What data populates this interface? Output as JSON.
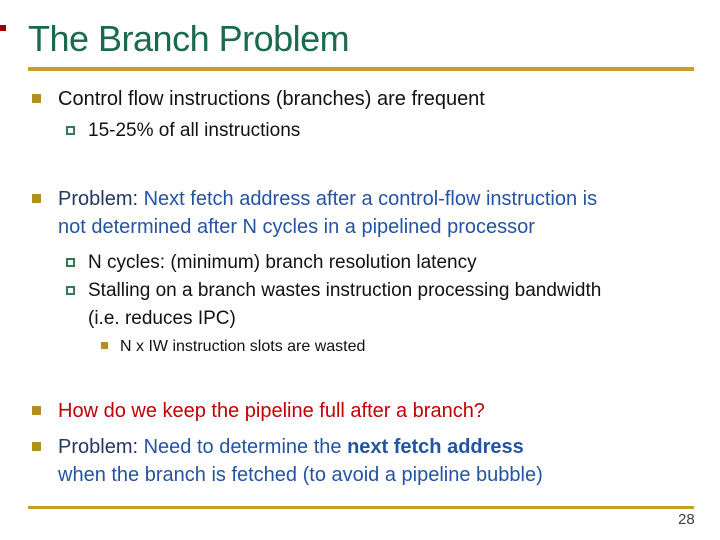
{
  "slide": {
    "title": "The Branch Problem",
    "page_number": "28",
    "content": {
      "b1": {
        "text": "Control flow instructions (branches) are frequent"
      },
      "b1a": {
        "text": "15-25% of all instructions"
      },
      "b2": {
        "lead": "Problem: ",
        "rest": "Next fetch address after a control-flow instruction is not determined after N cycles in a pipelined processor"
      },
      "b2a": {
        "text": "N cycles: (minimum) branch resolution latency"
      },
      "b2b": {
        "text": "Stalling on a branch wastes instruction processing bandwidth (i.e. reduces IPC)"
      },
      "b2b1": {
        "text": "N x IW instruction slots are wasted"
      },
      "b3": {
        "text": "How do we keep the pipeline full after a branch?"
      },
      "b4": {
        "lead": "Problem: ",
        "part1": "Need to determine the ",
        "emphasis": "next fetch address",
        "part2": " when the branch is fetched (to avoid a pipeline bubble)"
      }
    },
    "colors": {
      "title_green": "#1B6A4D",
      "rule_gold": "#C3A02B",
      "bullet_gold": "#B3901E",
      "sub_bullet_green": "#2E7D52",
      "body_black": "#111111",
      "lead_navy": "#1F3864",
      "body_blue": "#2353A4",
      "question_red": "#C00000",
      "corner_red": "#A00000",
      "page_gray": "#404040"
    }
  }
}
